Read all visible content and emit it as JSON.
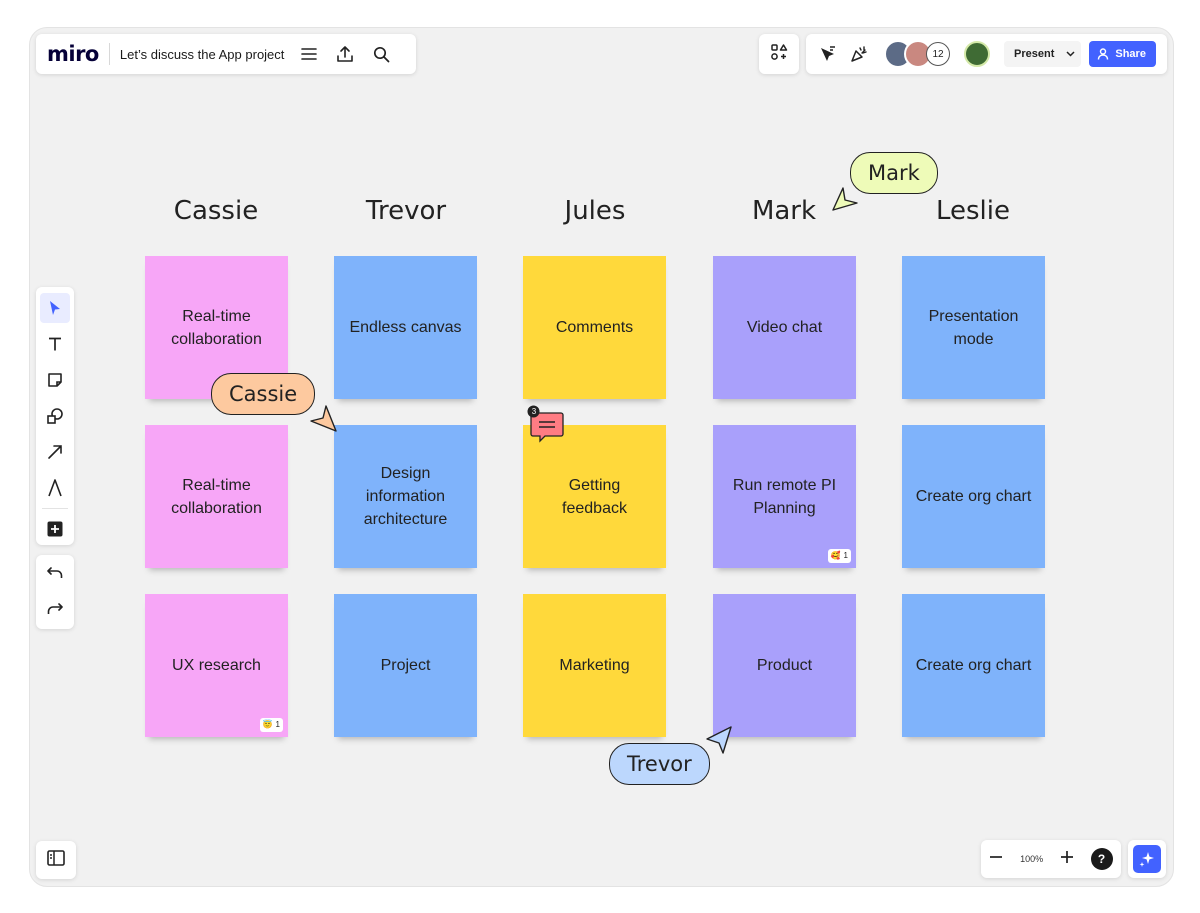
{
  "app": {
    "logo": "miro",
    "board_title": "Let’s discuss the App project"
  },
  "header": {
    "present_label": "Present",
    "share_label": "Share",
    "collaborator_count": "12"
  },
  "colors": {
    "accent": "#4262ff",
    "pink": "#f7a6f7",
    "blue": "#7fb3fb",
    "yellow": "#ffd93b",
    "purple": "#a9a0fb",
    "cassie_cursor": "#fdc99f",
    "mark_cursor": "#eefbb8",
    "trevor_cursor": "#bcd7fd"
  },
  "toolbar": {
    "tools": [
      "select-icon",
      "text-icon",
      "sticky-note-icon",
      "shapes-icon",
      "arrow-icon",
      "pen-icon",
      "plus-icon"
    ],
    "history": [
      "undo-icon",
      "redo-icon"
    ]
  },
  "zoom": {
    "value": "100%",
    "help": "?"
  },
  "board": {
    "columns": [
      {
        "name": "Cassie",
        "notes": [
          "Real-time collaboration",
          "Real-time collaboration",
          "UX research"
        ]
      },
      {
        "name": "Trevor",
        "notes": [
          "Endless canvas",
          "Design information architecture",
          "Project"
        ]
      },
      {
        "name": "Jules",
        "notes": [
          "Comments",
          "Getting feedback",
          "Marketing"
        ]
      },
      {
        "name": "Mark",
        "notes": [
          "Video chat",
          "Run remote PI Planning",
          "Product"
        ]
      },
      {
        "name": "Leslie",
        "notes": [
          "Presentation mode",
          "Create org chart",
          "Create org chart"
        ]
      }
    ],
    "reactions": [
      {
        "note": "Mark row 2",
        "emoji": "🥰",
        "count": "1"
      },
      {
        "note": "Cassie row 3",
        "emoji": "😇",
        "count": "1"
      }
    ],
    "comment_badge": "3",
    "cursors": [
      {
        "name": "Cassie"
      },
      {
        "name": "Mark"
      },
      {
        "name": "Trevor"
      }
    ]
  }
}
